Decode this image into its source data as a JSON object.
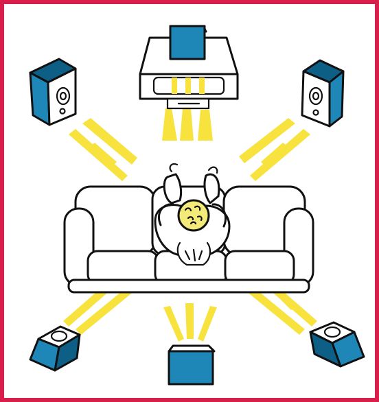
{
  "colors": {
    "frame": "#d81f4b",
    "background": "#ffffff",
    "speaker_blue": "#1f87b8",
    "speaker_side": "#0e5f86",
    "sound_wave": "#f7e23e",
    "hair": "#f4ea7a",
    "outline": "#111111"
  },
  "elements": {
    "center_speaker": "center-channel-speaker-on-tv",
    "front_left": "front-left-speaker",
    "front_right": "front-right-speaker",
    "rear_left": "rear-left-speaker",
    "rear_right": "rear-right-speaker",
    "subwoofer": "bottom-center-speaker",
    "listener": "person-on-sofa",
    "sofa": "three-seat-sofa"
  }
}
